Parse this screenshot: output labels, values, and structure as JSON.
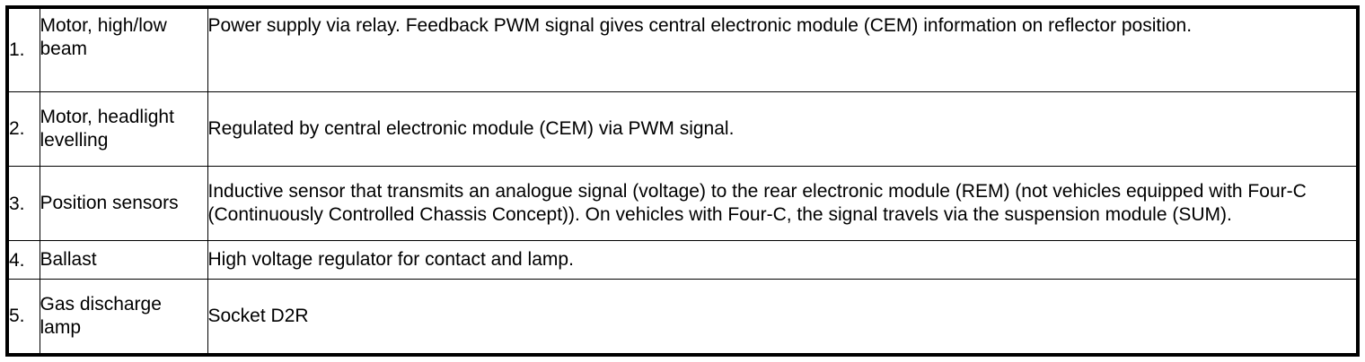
{
  "table": {
    "columns": [
      "index",
      "component",
      "description"
    ],
    "rows": [
      {
        "index": "1.",
        "component": "Motor, high/low beam",
        "description": "Power supply via relay. Feedback PWM signal gives central electronic module (CEM) information on reflector position."
      },
      {
        "index": "2.",
        "component": "Motor, headlight levelling",
        "description": "Regulated by central electronic module (CEM) via PWM signal."
      },
      {
        "index": "3.",
        "component": "Position sensors",
        "description": "Inductive sensor that transmits an analogue signal (voltage) to the rear electronic module (REM) (not vehicles equipped with Four-C (Continuously Controlled Chassis Concept)). On vehicles with Four-C, the signal travels via the suspension module (SUM)."
      },
      {
        "index": "4.",
        "component": "Ballast",
        "description": "High voltage regulator for contact and lamp."
      },
      {
        "index": "5.",
        "component": "Gas discharge lamp",
        "description": "Socket D2R"
      }
    ]
  },
  "style": {
    "text_color": "#000000",
    "background_color": "#ffffff",
    "border_color": "#000000"
  }
}
